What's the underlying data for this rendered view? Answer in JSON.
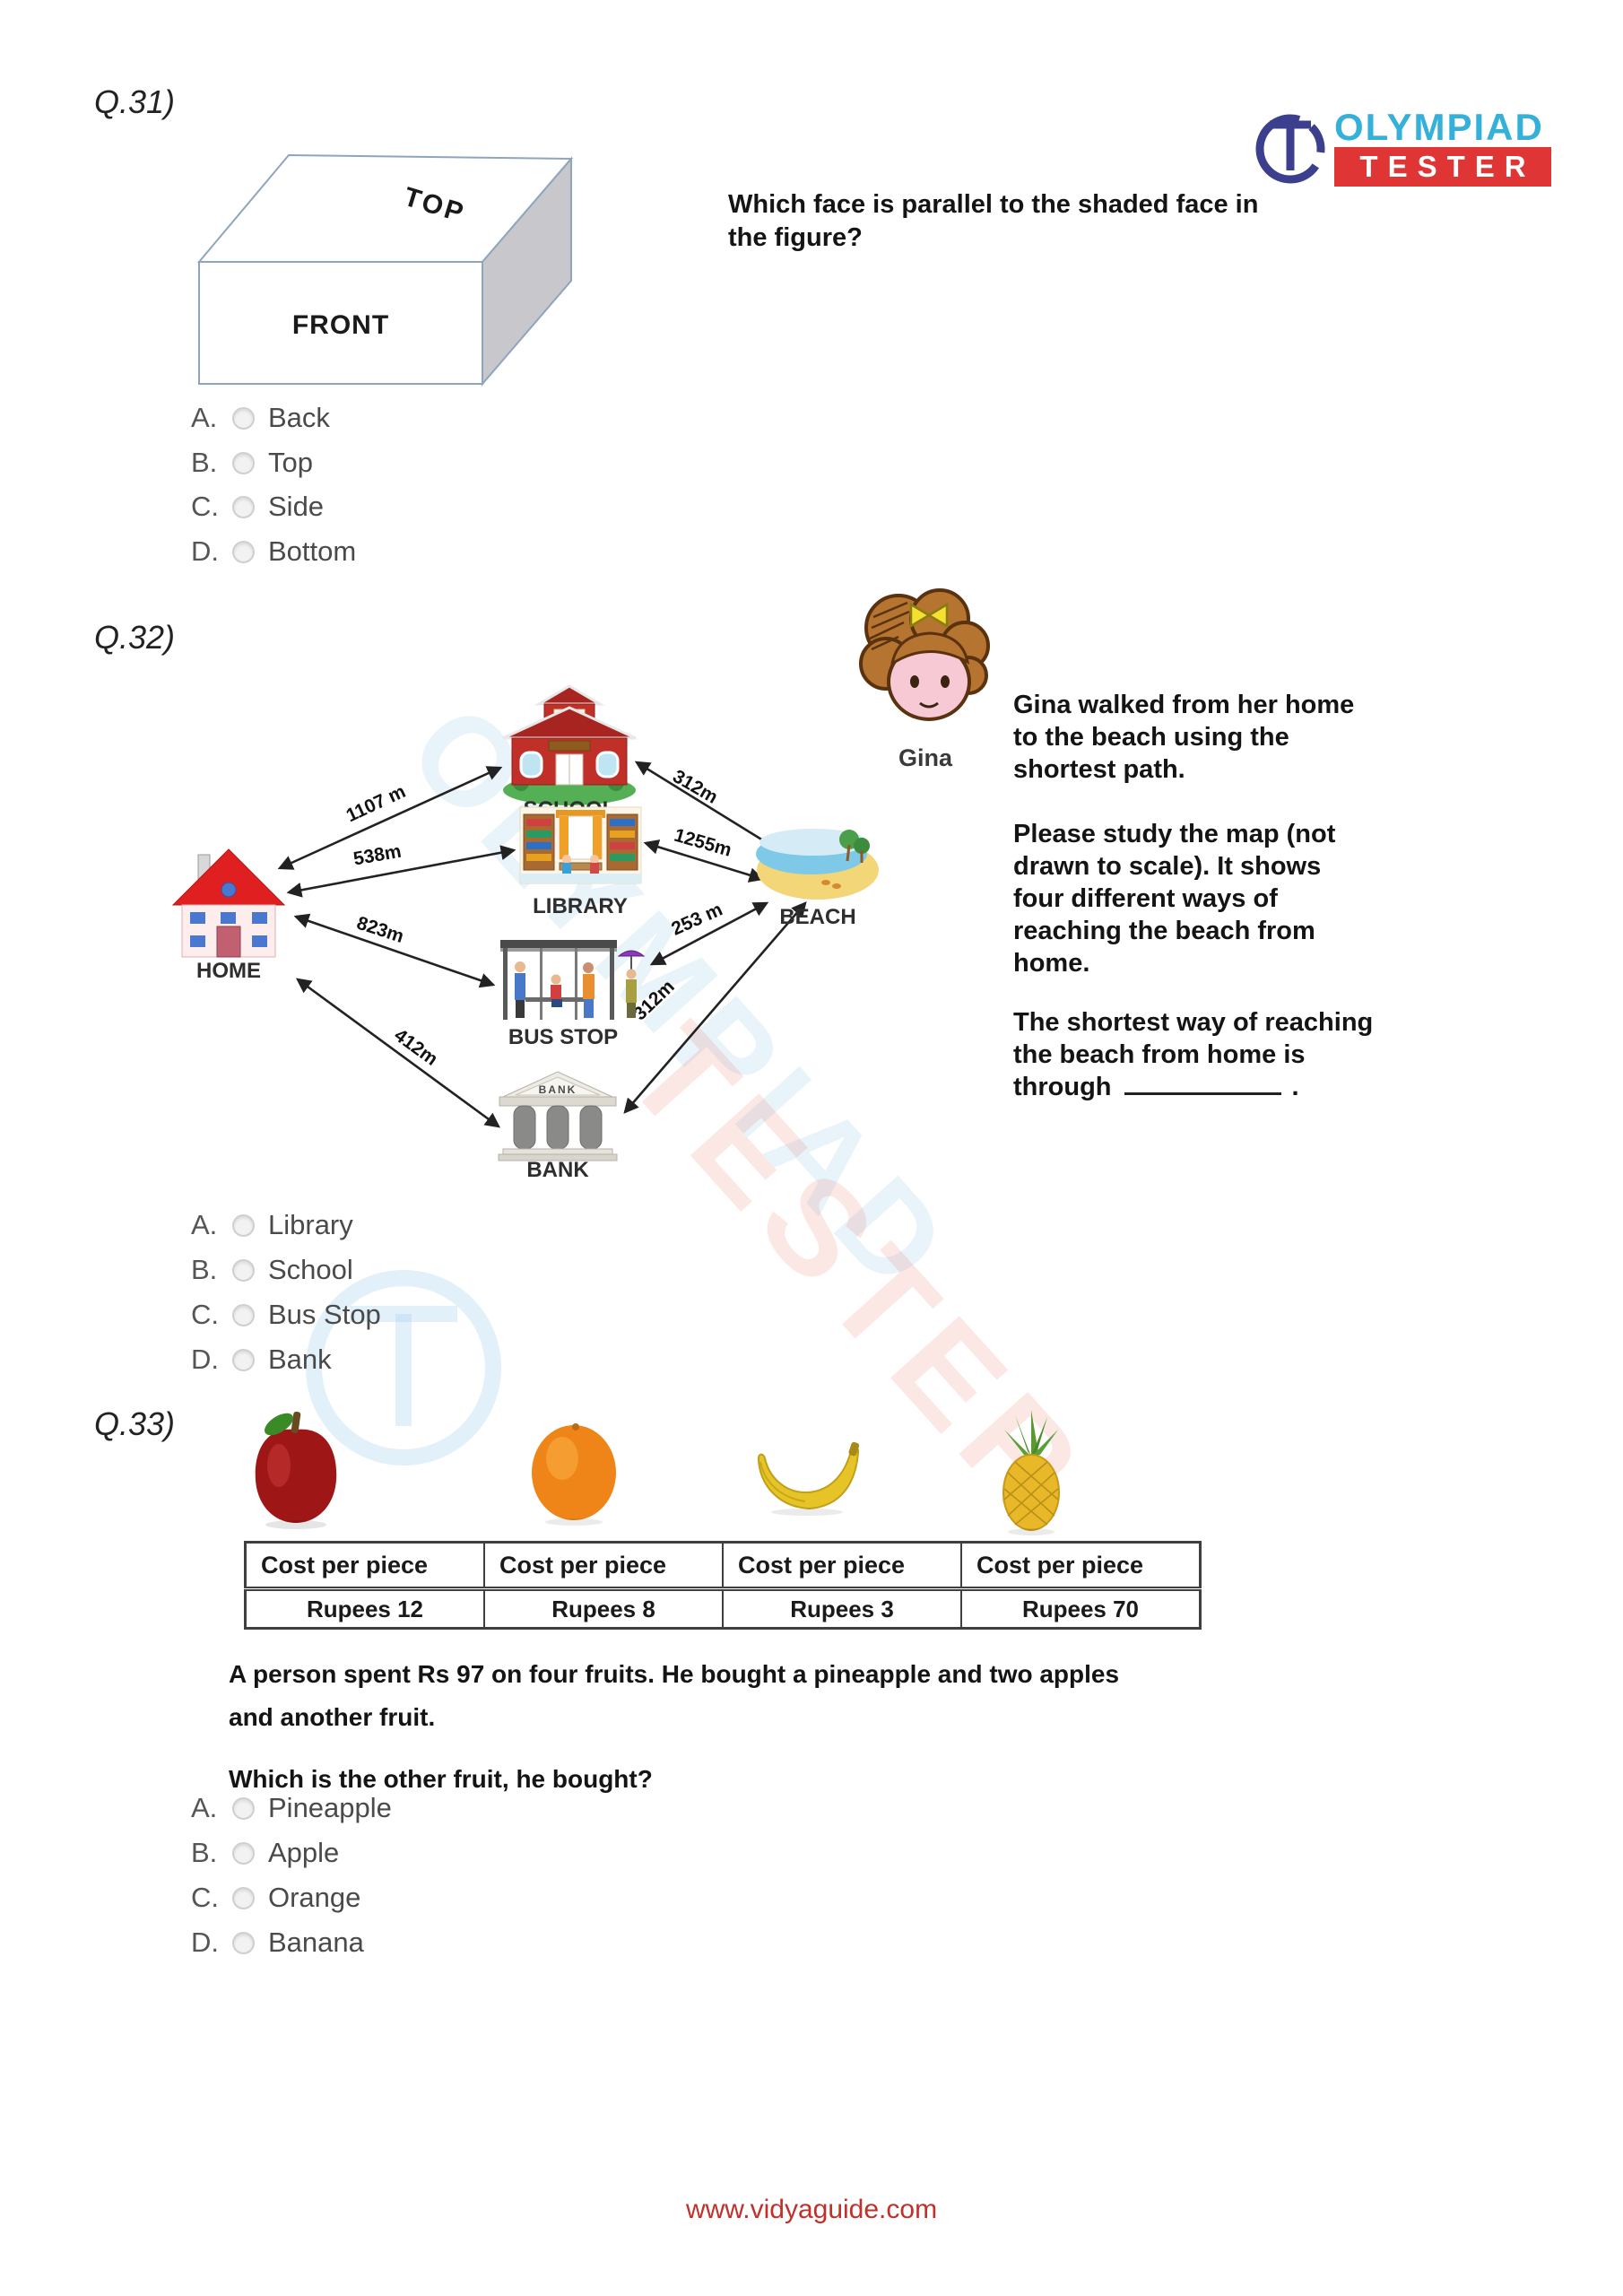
{
  "logo": {
    "brand_top": "OLYMPIAD",
    "brand_bottom": "TESTER",
    "monogram": "T"
  },
  "watermark": {
    "word1": "OLYMPIAD",
    "word2": "TESTER"
  },
  "footer": {
    "url": "www.vidyaguide.com"
  },
  "q31": {
    "label": "Q.31)",
    "question_lines": [
      "Which face is parallel to the shaded face in",
      "the figure?"
    ],
    "figure": {
      "top": "TOP",
      "front": "FRONT"
    },
    "options": [
      {
        "letter": "A.",
        "label": "Back"
      },
      {
        "letter": "B.",
        "label": "Top"
      },
      {
        "letter": "C.",
        "label": "Side"
      },
      {
        "letter": "D.",
        "label": "Bottom"
      }
    ]
  },
  "q32": {
    "label": "Q.32)",
    "character_name": "Gina",
    "map": {
      "home": "HOME",
      "school": "SCHOOL",
      "library": "LIBRARY",
      "bus_stop": "BUS STOP",
      "bank": "BANK",
      "bank_sign": "BANK",
      "beach": "BEACH",
      "d_home_school": "1107 m",
      "d_home_library": "538m",
      "d_home_busstop": "823m",
      "d_home_bank": "412m",
      "d_school_beach": "312m",
      "d_library_beach": "1255m",
      "d_busstop_beach": "253 m",
      "d_bank_beach": "312m"
    },
    "para1_lines": [
      "Gina walked from her home",
      "to the beach using the",
      "shortest path."
    ],
    "para2_lines": [
      "Please study the map (not",
      "drawn to scale). It shows",
      "four different ways of",
      "reaching the beach from",
      "home."
    ],
    "para3_lines": [
      "The shortest way of reaching",
      "the beach from home is"
    ],
    "para3_last_prefix": "through",
    "para3_suffix": ".",
    "options": [
      {
        "letter": "A.",
        "label": "Library"
      },
      {
        "letter": "B.",
        "label": "School"
      },
      {
        "letter": "C.",
        "label": "Bus Stop"
      },
      {
        "letter": "D.",
        "label": "Bank"
      }
    ]
  },
  "q33": {
    "label": "Q.33)",
    "fruits": [
      "apple",
      "orange",
      "banana",
      "pineapple"
    ],
    "table": {
      "headers": [
        "Cost per piece",
        "Cost per piece",
        "Cost per piece",
        "Cost per piece"
      ],
      "values": [
        "Rupees 12",
        "Rupees 8",
        "Rupees 3",
        "Rupees 70"
      ]
    },
    "statement_lines": [
      "A person spent Rs 97 on four fruits. He bought a pineapple and two apples",
      "and another fruit."
    ],
    "question": "Which is the other fruit, he bought?",
    "options": [
      {
        "letter": "A.",
        "label": "Pineapple"
      },
      {
        "letter": "B.",
        "label": "Apple"
      },
      {
        "letter": "C.",
        "label": "Orange"
      },
      {
        "letter": "D.",
        "label": "Banana"
      }
    ]
  }
}
